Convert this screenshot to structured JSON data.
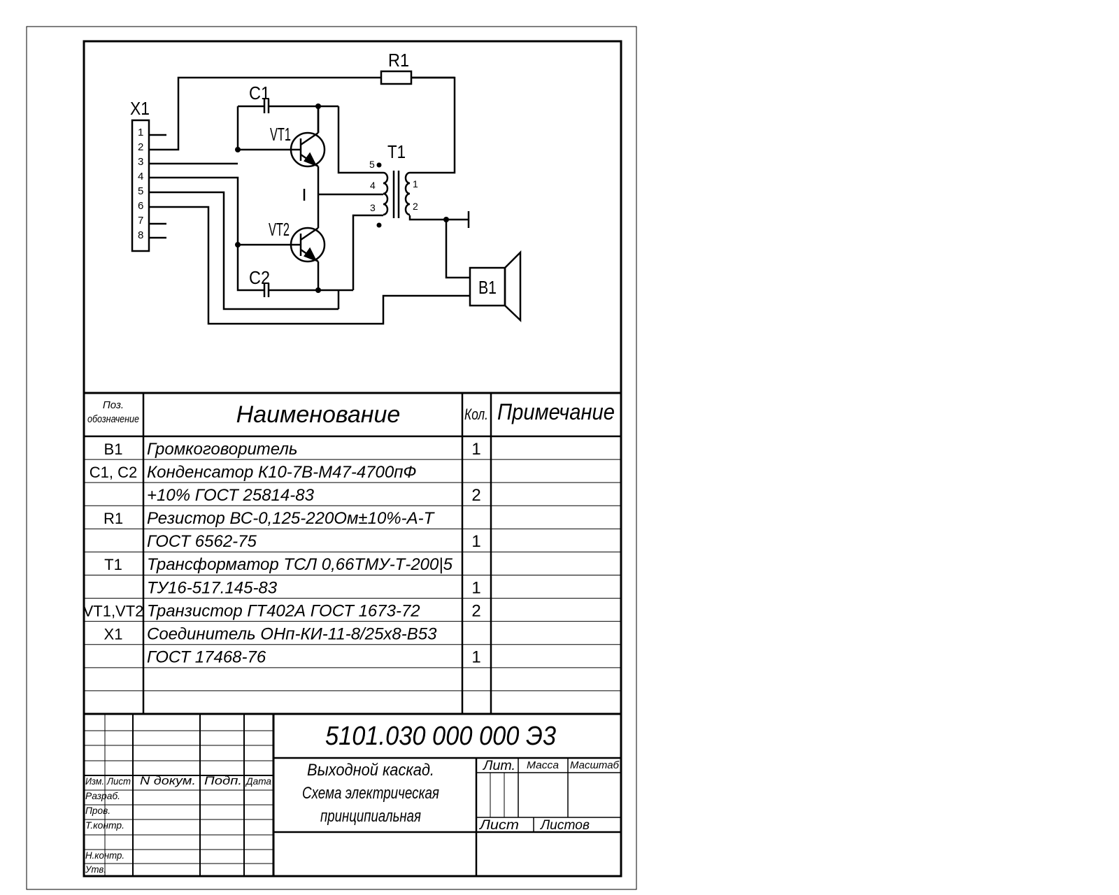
{
  "schematic": {
    "connector": {
      "ref": "X1",
      "pins": [
        "1",
        "2",
        "3",
        "4",
        "5",
        "6",
        "7",
        "8"
      ]
    },
    "resistor": "R1",
    "capacitors": [
      "C1",
      "C2"
    ],
    "transistors": [
      "VT1",
      "VT2"
    ],
    "transformer": {
      "ref": "T1",
      "primary_pins": [
        "5",
        "4",
        "3"
      ],
      "secondary_pins": [
        "1",
        "2"
      ]
    },
    "speaker": "B1"
  },
  "parts_list": {
    "headers": {
      "pos_line1": "Поз.",
      "pos_line2": "обозначение",
      "name": "Наименование",
      "qty": "Кол.",
      "note": "Примечание"
    },
    "rows": [
      {
        "pos": "B1",
        "name": "Громкоговоритель",
        "qty": "1"
      },
      {
        "pos": "C1, C2",
        "name": "Конденсатор К10-7В-М47-4700пФ",
        "qty": ""
      },
      {
        "pos": "",
        "name": "+10% ГОСТ 25814-83",
        "qty": "2"
      },
      {
        "pos": "R1",
        "name": "Резистор ВС-0,125-220Ом±10%-А-Т",
        "qty": ""
      },
      {
        "pos": "",
        "name": "ГОСТ 6562-75",
        "qty": "1"
      },
      {
        "pos": "T1",
        "name": "Трансформатор ТСЛ 0,66ТМУ-Т-200|5",
        "qty": ""
      },
      {
        "pos": "",
        "name": "ТУ16-517.145-83",
        "qty": "1"
      },
      {
        "pos": "VT1,VT2",
        "name": "Транзистор ГТ402А ГОСТ 1673-72",
        "qty": "2"
      },
      {
        "pos": "X1",
        "name": "Соединитель ОНп-КИ-11-8/25х8-В53",
        "qty": ""
      },
      {
        "pos": "",
        "name": "ГОСТ 17468-76",
        "qty": "1"
      },
      {
        "pos": "",
        "name": "",
        "qty": ""
      },
      {
        "pos": "",
        "name": "",
        "qty": ""
      }
    ]
  },
  "title_block": {
    "doc_number": "5101.030 000 000 Э3",
    "title_lines": [
      "Выходной каскад.",
      "Схема электрическая",
      "принципиальная"
    ],
    "cols": {
      "izm": "Изм.",
      "list": "Лист",
      "ndok": "N докум.",
      "podp": "Подп.",
      "data": "Дата"
    },
    "roles": [
      "Разраб.",
      "Пров.",
      "Т.контр.",
      "Н.контр.",
      "Утв."
    ],
    "labels": {
      "lit": "Лит.",
      "massa": "Масса",
      "masshtab": "Масштаб",
      "list": "Лист",
      "listov": "Листов"
    }
  }
}
